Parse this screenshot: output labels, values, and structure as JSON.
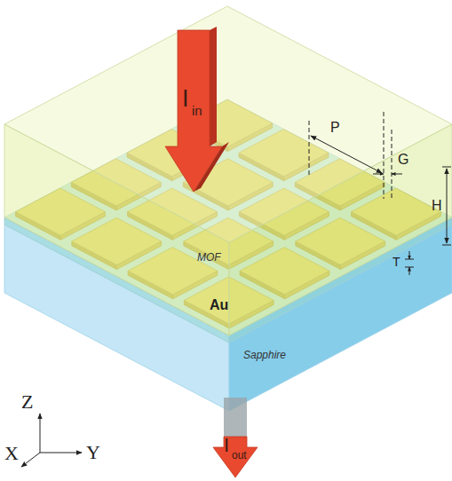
{
  "diagram": {
    "labels": [
      "I",
      "in",
      "P",
      "G",
      "H",
      "T",
      "MOF",
      "Au",
      "Sapphire",
      "I",
      "out",
      "Z",
      "X",
      "Y"
    ]
  }
}
